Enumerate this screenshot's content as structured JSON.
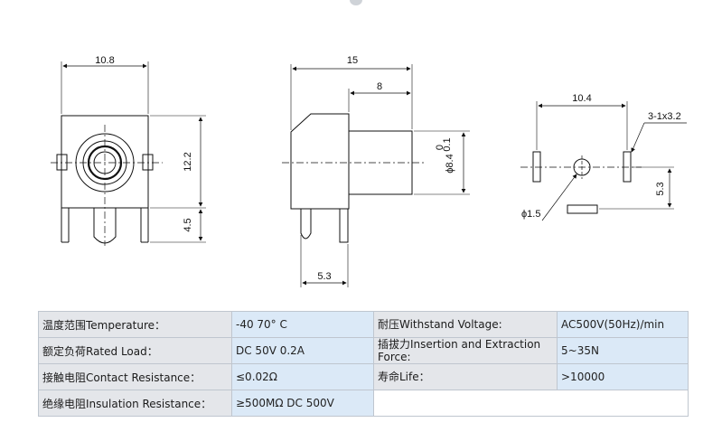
{
  "drawing": {
    "front": {
      "w": "10.8",
      "h": "12.2",
      "pin": "4.5"
    },
    "side": {
      "len": "15",
      "barrel": "8",
      "dia": "ϕ8.4",
      "tol_up": "0",
      "tol_dn": "0.1",
      "bottom": "5.3"
    },
    "footprint": {
      "span": "10.4",
      "slot": "3-1x3.2",
      "hole": "ϕ1.5",
      "offset": "5.3"
    }
  },
  "specs": {
    "rows": [
      {
        "left_label": "温度范围Temperature：",
        "left_value": "-40    70° C",
        "right_label": "耐压Withstand Voltage:",
        "right_value": "AC500V(50Hz)/min"
      },
      {
        "left_label": "额定负荷Rated Load：",
        "left_value": "DC 50V 0.2A",
        "right_label": "插拔力Insertion and Extraction Force:",
        "right_value": "5~35N"
      },
      {
        "left_label": "接触电阻Contact Resistance：",
        "left_value": "≤0.02Ω",
        "right_label": "寿命Life：",
        "right_value": ">10000"
      },
      {
        "left_label": "绝缘电阻Insulation Resistance：",
        "left_value": "≥500MΩ  DC  500V",
        "right_label": "",
        "right_value": ""
      }
    ]
  }
}
